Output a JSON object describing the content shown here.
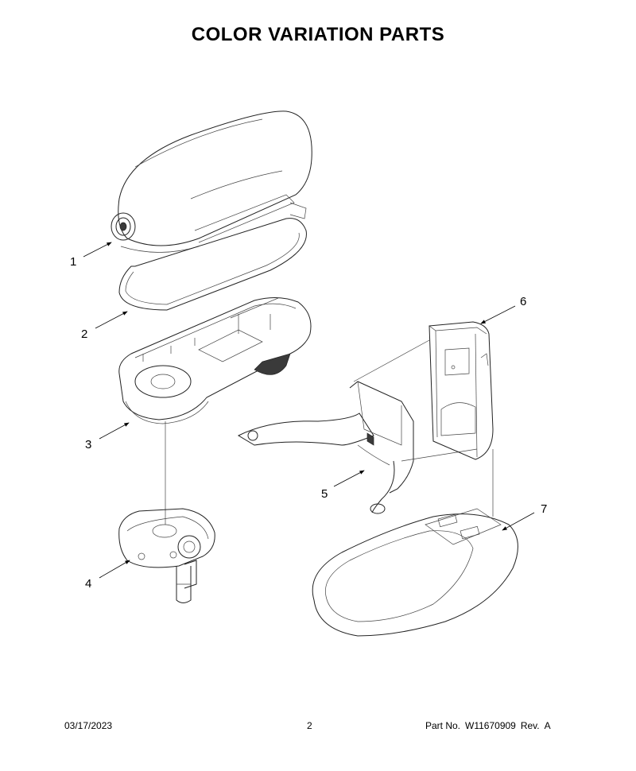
{
  "title": "COLOR VARIATION PARTS",
  "callouts": [
    "1",
    "2",
    "3",
    "4",
    "5",
    "6",
    "7"
  ],
  "footer": {
    "date": "03/17/2023",
    "page": "2",
    "part_label": "Part No.",
    "part_number": "W11670909",
    "rev_label": "Rev.",
    "rev": "A"
  }
}
